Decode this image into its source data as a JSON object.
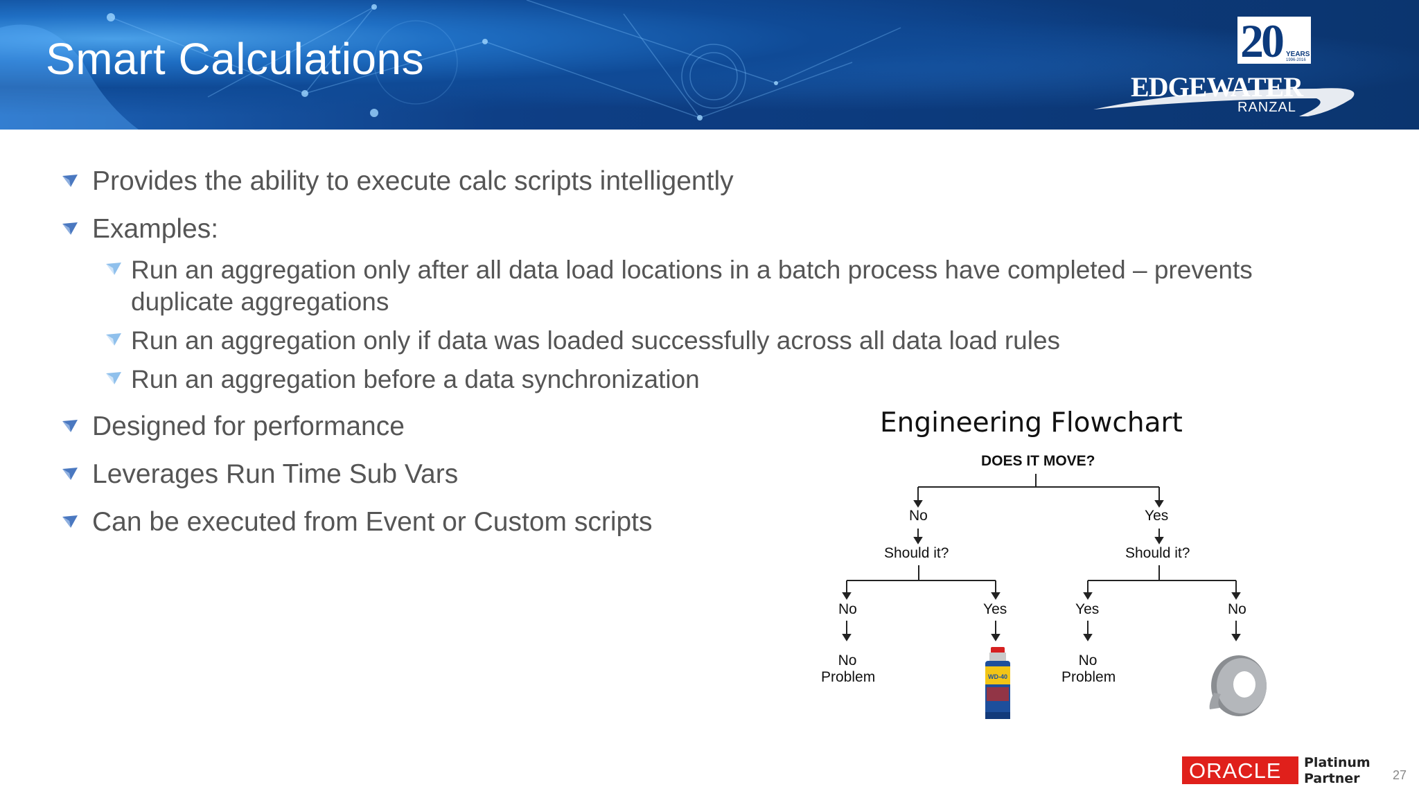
{
  "slide": {
    "title": "Smart Calculations",
    "page_number": "27"
  },
  "logo": {
    "years_number": "20",
    "years_label": "YEARS",
    "years_range": "1996-2016",
    "company": "EDGEWATER",
    "subtitle": "RANZAL"
  },
  "bullets": [
    {
      "text": "Provides the ability to execute calc scripts intelligently"
    },
    {
      "text": "Examples:"
    },
    {
      "text": "Designed for performance"
    },
    {
      "text": "Leverages Run Time Sub Vars"
    },
    {
      "text": "Can be executed from Event or Custom scripts"
    }
  ],
  "sub_bullets": [
    {
      "line1": "Run an aggregation only after all data load locations in a batch process have completed – prevents",
      "line2": "duplicate aggregations"
    },
    {
      "line1": "Run an aggregation only if data was loaded successfully across all data load rules"
    },
    {
      "line1": "Run an aggregation before a data synchronization"
    }
  ],
  "flowchart": {
    "title": "Engineering Flowchart",
    "question": "DOES IT MOVE?",
    "left_answer": "No",
    "right_answer": "Yes",
    "left_question": "Should it?",
    "right_question": "Should it?",
    "ll_answer": "No",
    "lr_answer": "Yes",
    "rl_answer": "Yes",
    "rr_answer": "No",
    "ll_result_1": "No",
    "ll_result_2": "Problem",
    "rl_result_1": "No",
    "rl_result_2": "Problem",
    "can_label": "WD-40",
    "lr_result_icon": "spray-can-icon",
    "rr_result_icon": "duct-tape-icon"
  },
  "footer": {
    "oracle": "ORACLE",
    "partner_line1": "Platinum",
    "partner_line2": "Partner"
  },
  "colors": {
    "banner": "#0c3a7c",
    "bullet_arrow": "#4a78c0",
    "body_text": "#555555",
    "oracle_red": "#e0201b"
  }
}
